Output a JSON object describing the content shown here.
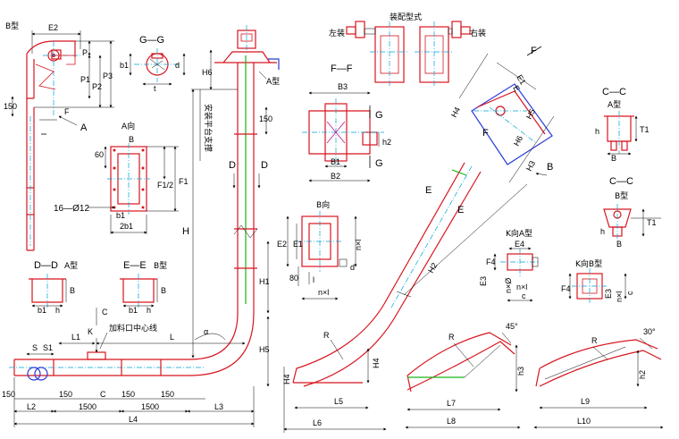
{
  "colors": {
    "outline": "#d8141e",
    "dimension": "#000000",
    "centerline": "#00a2d8",
    "accent_magenta": "#c0168a",
    "accent_blue": "#2a3bd6",
    "accent_green": "#19b319"
  },
  "top_left": {
    "type_b": "B型",
    "e2": "E2",
    "p": "P",
    "p1": "P1",
    "p2": "P2",
    "p3": "P3",
    "d150": "150",
    "f": "F",
    "a_arrow": "A"
  },
  "section_gg": {
    "title": "G—G",
    "b1": "b1",
    "t": "t",
    "d": "d"
  },
  "a_view": {
    "title": "A向",
    "b": "B",
    "d60": "60",
    "f1": "F1",
    "f1_half": "F1/2",
    "holes": "16—Ø12",
    "b1": "b1",
    "two_b1": "2b1"
  },
  "section_dd": {
    "title": "D—D",
    "type": "A型",
    "b": "B",
    "b1": "b1",
    "h": "h"
  },
  "section_ee": {
    "title": "E—E",
    "type": "B型",
    "b": "B",
    "b1": "b1",
    "h": "h"
  },
  "main": {
    "h6": "H6",
    "type_a": "A型",
    "install_note": "安装平台支撑",
    "d": "D",
    "d_right": "D",
    "h": "H",
    "d150": "150",
    "h1": "H1",
    "h5": "H5",
    "alpha": "α",
    "c_top": "C",
    "k": "K",
    "l1": "L1",
    "l": "L",
    "feed_note": "加料口中心线",
    "s": "S",
    "s1": "S1",
    "d150_a": "150",
    "d150_b": "150",
    "d150_c": "150",
    "d150_d": "150",
    "c_bottom": "C",
    "l2": "L2",
    "d1500_a": "1500",
    "d1500_b": "1500",
    "l3": "L3",
    "l4": "L4"
  },
  "section_ff": {
    "title": "F—F",
    "b3": "B3",
    "b1": "B1",
    "b2": "B2",
    "g_top": "G",
    "g_bottom": "G",
    "h2": "h2"
  },
  "b_view": {
    "title": "B向",
    "e2": "E2",
    "e1": "E1",
    "n": "n×l",
    "d80": "80",
    "d": "d",
    "l": "l",
    "nl": "n×l"
  },
  "assembly": {
    "title": "装配型式",
    "left": "左装",
    "right": "右装"
  },
  "incline": {
    "f": "F",
    "f_mid": "F",
    "e1": "E1",
    "e": "E",
    "h4": "H4",
    "h5": "H5",
    "h6": "H6",
    "h3": "H3",
    "b": "B",
    "e_a": "E",
    "e_b": "E",
    "h2": "H2",
    "r": "R",
    "h4b": "H4",
    "l5": "L5",
    "l6": "L6"
  },
  "section_cc_a": {
    "title": "C—C",
    "type": "A型",
    "h": "h",
    "b": "B",
    "t1": "T1"
  },
  "section_cc_b": {
    "title": "C—C",
    "type": "B型",
    "h": "h",
    "b": "B",
    "t1": "T1"
  },
  "k_view_a": {
    "title": "K向A型",
    "e4": "E4",
    "f4": "F4",
    "e3": "E3",
    "n1": "n×Ø",
    "n2": "n×l",
    "c": "c"
  },
  "k_view_b": {
    "title": "K向B型",
    "f4": "F4",
    "e3": "E3",
    "n": "n×l",
    "c": "c"
  },
  "curve1": {
    "angle": "45°",
    "r": "R",
    "h3": "h3",
    "l7": "L7",
    "l8": "L8"
  },
  "curve2": {
    "angle": "30°",
    "r": "R",
    "h2": "h2",
    "l9": "L9",
    "l10": "L10"
  }
}
